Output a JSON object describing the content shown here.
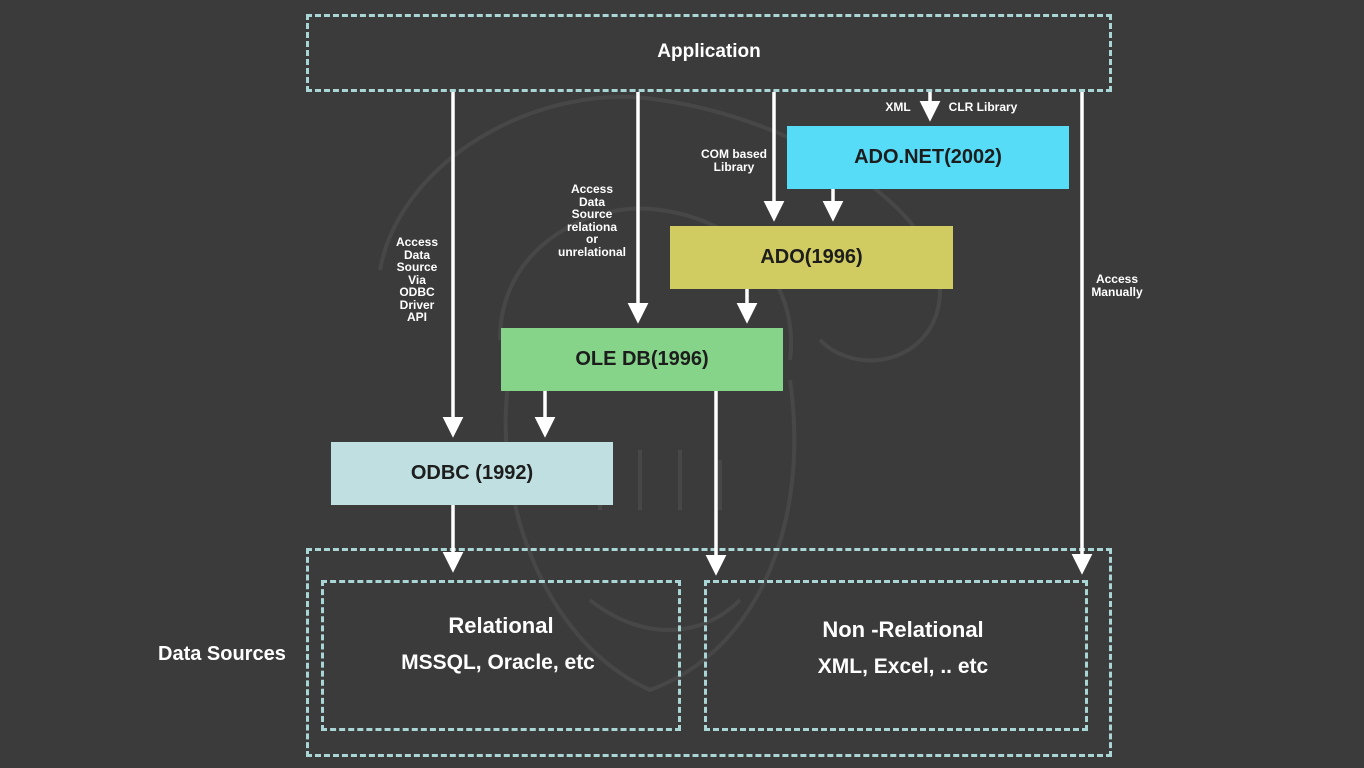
{
  "application": {
    "label": "Application"
  },
  "data_sources": {
    "label": "Data Sources",
    "relational": {
      "title": "Relational",
      "examples": "MSSQL, Oracle, etc"
    },
    "non_relational": {
      "title": "Non -Relational",
      "examples": "XML, Excel, .. etc"
    }
  },
  "components": {
    "adonet": {
      "label": "ADO.NET(2002)",
      "color": "#56dcf7"
    },
    "ado": {
      "label": "ADO(1996)",
      "color": "#d0cc62"
    },
    "oledb": {
      "label": "OLE DB(1996)",
      "color": "#86d38a"
    },
    "odbc": {
      "label": "ODBC (1992)",
      "color": "#bfdfe0"
    }
  },
  "edge_labels": {
    "odbc_access": "Access\nData\nSource\nVia\nODBC\nDriver\nAPI",
    "oledb_access": "Access\nData\nSource\nrelationa\nor\nunrelational",
    "com_based": "COM based\nLibrary",
    "xml": "XML",
    "clr_library": "CLR Library",
    "manual": "Access\nManually"
  },
  "colors": {
    "background": "#3b3b3b",
    "dashed_border": "#a9d6d4",
    "arrow": "#ffffff"
  }
}
